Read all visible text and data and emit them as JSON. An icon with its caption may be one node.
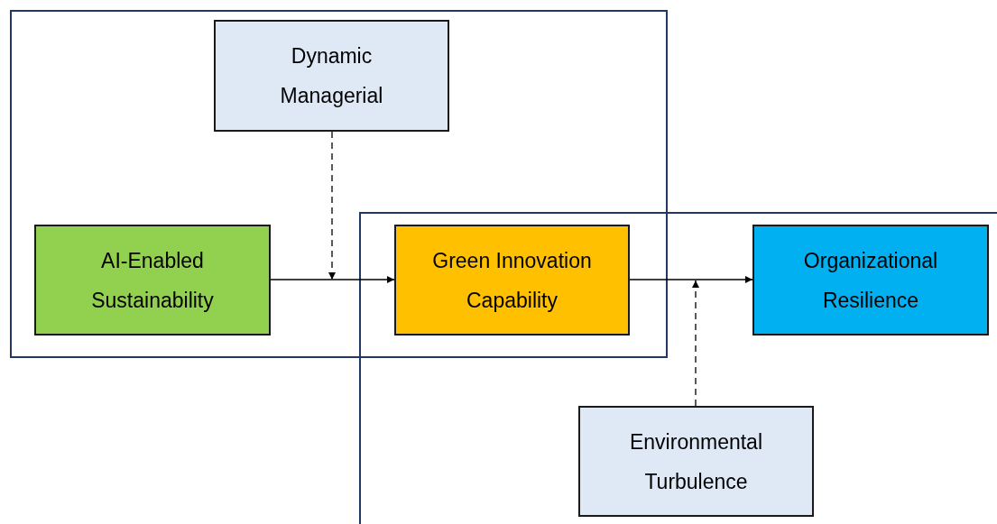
{
  "diagram": {
    "nodes": [
      {
        "text": [
          "Dynamic Managerial"
        ]
      },
      {
        "text": [
          "AI-Enabled Sustainability"
        ]
      },
      {
        "text": [
          "Green Innovation Capability"
        ]
      },
      {
        "text": [
          "Organizational Resilience"
        ]
      },
      {
        "text": [
          "Environmental Turbulence"
        ]
      }
    ],
    "edges": [
      {
        "from": 1,
        "to": 2,
        "arrow": "to"
      },
      {
        "from": 2,
        "to": 3,
        "arrow": "to"
      },
      {
        "from": 0,
        "to": null,
        "arrow": "to",
        "style": "dashed"
      },
      {
        "from": 4,
        "to": null,
        "arrow": "to",
        "style": "dashed"
      }
    ]
  }
}
